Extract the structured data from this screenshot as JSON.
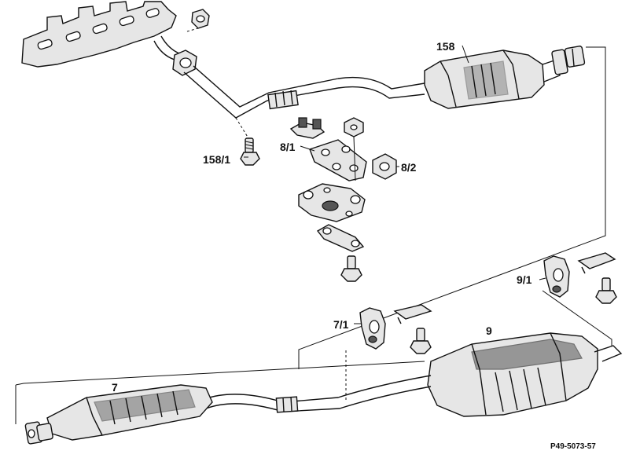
{
  "callouts": {
    "c158": "158",
    "c158_1": "158/1",
    "c8_1": "8/1",
    "c8_2": "8/2",
    "c9_1": "9/1",
    "c7_1": "7/1",
    "c9": "9",
    "c7": "7"
  },
  "footer": {
    "ref": "P49-5073-57"
  },
  "colors": {
    "line": "#111111",
    "fill": "#e6e6e6",
    "shade": "#555555",
    "background": "#ffffff"
  }
}
